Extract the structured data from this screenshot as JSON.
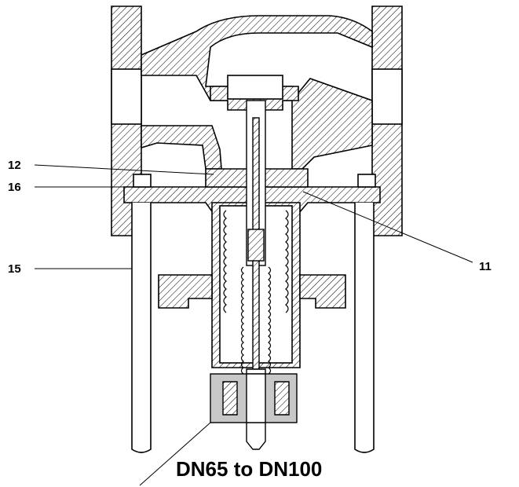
{
  "labels": {
    "callout_12": "12",
    "callout_16": "16",
    "callout_15": "15",
    "callout_11": "11"
  },
  "caption": "DN65 to DN100",
  "colors": {
    "line": "#000000",
    "background": "#ffffff",
    "highlight_box": "#c8c8c8"
  }
}
